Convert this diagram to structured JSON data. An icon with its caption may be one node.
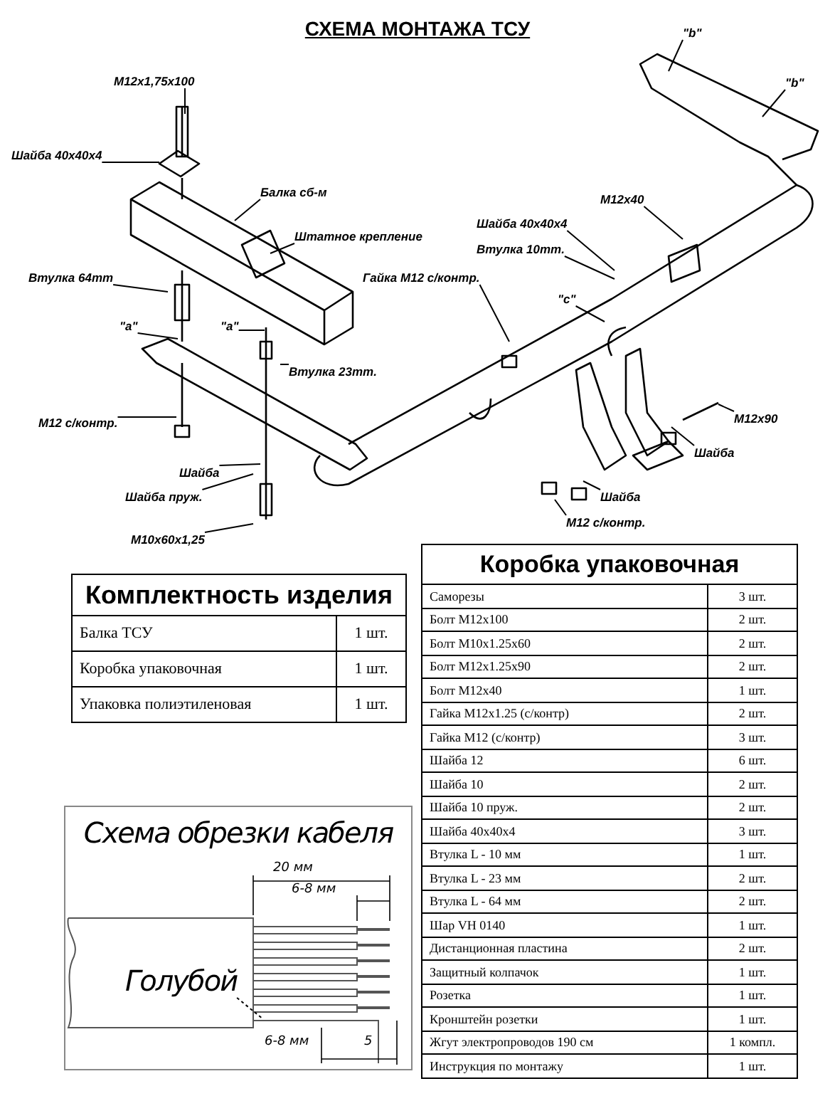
{
  "diagram": {
    "title": "СХЕМА МОНТАЖА ТСУ",
    "nodes": [
      {
        "text": [
          "M12x1,75x100"
        ]
      },
      {
        "text": [
          "Шайба 40x40x4"
        ]
      },
      {
        "text": [
          "Балка сб-м"
        ]
      },
      {
        "text": [
          "Штатное крепление"
        ]
      },
      {
        "text": [
          "Втулка 64mm"
        ]
      },
      {
        "text": [
          "\"a\""
        ]
      },
      {
        "text": [
          "\"a\""
        ]
      },
      {
        "text": [
          "Гайка M12 с/контр."
        ]
      },
      {
        "text": [
          "Втулка 23mm."
        ]
      },
      {
        "text": [
          "M12 с/контр."
        ]
      },
      {
        "text": [
          "Шайба"
        ]
      },
      {
        "text": [
          "Шайба пруж."
        ]
      },
      {
        "text": [
          "M10x60x1,25"
        ]
      },
      {
        "text": [
          "Шайба 40x40x4"
        ]
      },
      {
        "text": [
          "Втулка 10mm."
        ]
      },
      {
        "text": [
          "M12x40"
        ]
      },
      {
        "text": [
          "\"c\""
        ]
      },
      {
        "text": [
          "\"b\""
        ]
      },
      {
        "text": [
          "\"b\""
        ]
      },
      {
        "text": [
          "M12x90"
        ]
      },
      {
        "text": [
          "Шайба"
        ]
      },
      {
        "text": [
          "Шайба"
        ]
      },
      {
        "text": [
          "M12 с/контр."
        ]
      },
      {
        "text": [
          "Схема обрезки кабеля"
        ]
      },
      {
        "text": [
          "Голубой"
        ],
        "in": 23
      }
    ],
    "edges": [
      {
        "from": 0,
        "to": null,
        "arrow": "none"
      },
      {
        "from": 1,
        "to": null,
        "arrow": "none"
      },
      {
        "from": 2,
        "to": null,
        "arrow": "none"
      },
      {
        "from": 3,
        "to": null,
        "arrow": "none"
      },
      {
        "from": 4,
        "to": null,
        "arrow": "none"
      },
      {
        "from": 5,
        "to": null,
        "arrow": "none"
      },
      {
        "from": 6,
        "to": null,
        "arrow": "none"
      },
      {
        "from": 7,
        "to": null,
        "arrow": "none"
      },
      {
        "from": 8,
        "to": null,
        "arrow": "none"
      },
      {
        "from": 9,
        "to": null,
        "arrow": "none"
      },
      {
        "from": 10,
        "to": null,
        "arrow": "none"
      },
      {
        "from": 11,
        "to": null,
        "arrow": "none"
      },
      {
        "from": 12,
        "to": null,
        "arrow": "none"
      },
      {
        "from": 13,
        "to": null,
        "arrow": "none"
      },
      {
        "from": 14,
        "to": null,
        "arrow": "none"
      },
      {
        "from": 15,
        "to": null,
        "arrow": "none"
      },
      {
        "from": 16,
        "to": null,
        "arrow": "none"
      },
      {
        "from": 17,
        "to": null,
        "arrow": "none"
      },
      {
        "from": 18,
        "to": null,
        "arrow": "none"
      },
      {
        "from": 19,
        "to": null,
        "arrow": "none"
      },
      {
        "from": 20,
        "to": null,
        "arrow": "none"
      },
      {
        "from": 21,
        "to": null,
        "arrow": "none"
      },
      {
        "from": 22,
        "to": null,
        "arrow": "none"
      },
      {
        "from": 24,
        "to": null,
        "arrow": "none",
        "style": "dashed"
      }
    ],
    "labels": [
      "Комплектность изделия",
      "Балка ТСУ",
      "1 шт.",
      "Коробка упаковочная",
      "1 шт.",
      "Упаковка полиэтиленовая",
      "1 шт.",
      "Коробка упаковочная",
      "Саморезы",
      "3 шт.",
      "Болт M12x100",
      "2 шт.",
      "Болт M10x1.25x60",
      "2 шт.",
      "Болт M12x1.25x90",
      "2 шт.",
      "Болт M12x40",
      "1 шт.",
      "Гайка M12x1.25 (с/контр)",
      "2 шт.",
      "Гайка M12 (с/контр)",
      "3 шт.",
      "Шайба 12",
      "6 шт.",
      "Шайба 10",
      "2 шт.",
      "Шайба 10 пруж.",
      "2 шт.",
      "Шайба 40x40x4",
      "3 шт.",
      "Втулка  L - 10 мм",
      "1 шт.",
      "Втулка  L - 23 мм",
      "2 шт.",
      "Втулка  L - 64 мм",
      "2 шт.",
      "Шар VH 0140",
      "1 шт.",
      "Дистанционная пластина",
      "2 шт.",
      "Защитный колпачок",
      "1 шт.",
      "Розетка",
      "1 шт.",
      "Кронштейн розетки",
      "1 шт.",
      "Жгут электропроводов 190 см",
      "1 компл.",
      "Инструкция по монтажу",
      "1 шт.",
      "20 мм",
      "6-8 мм",
      "6-8 мм",
      "5"
    ]
  }
}
